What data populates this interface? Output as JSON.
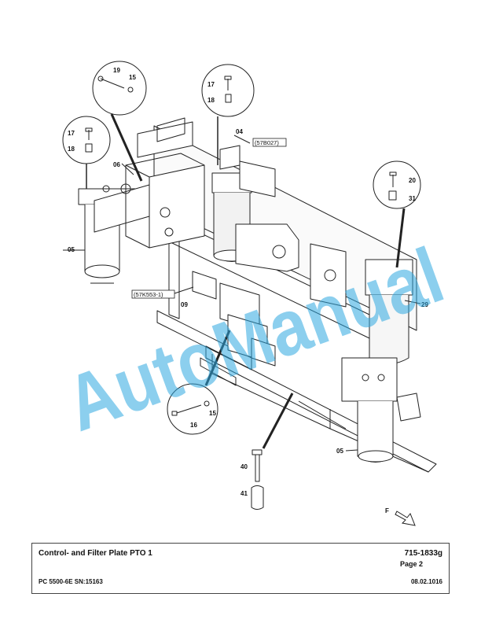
{
  "drawing": {
    "labels": {
      "l19": "19",
      "l15a": "15",
      "l17a": "17",
      "l18a": "18",
      "l04": "04",
      "l17b": "17",
      "l18b": "18",
      "l06": "06",
      "l05a": "05",
      "l20": "20",
      "l31": "31",
      "l09": "09",
      "l29": "29",
      "l16": "16",
      "l15b": "15",
      "l05b": "05",
      "l40": "40",
      "l41": "41",
      "lF": "F"
    },
    "refs": {
      "r57b027": "(57B027)",
      "r57k553": "(57K553-1)"
    },
    "watermark": "AutoManual"
  },
  "footer": {
    "title": "Control- and Filter Plate PTO 1",
    "code": "715-1833g",
    "page": "Page 2",
    "model": "PC 5500-6E SN:15163",
    "date": "08.02.1016"
  }
}
